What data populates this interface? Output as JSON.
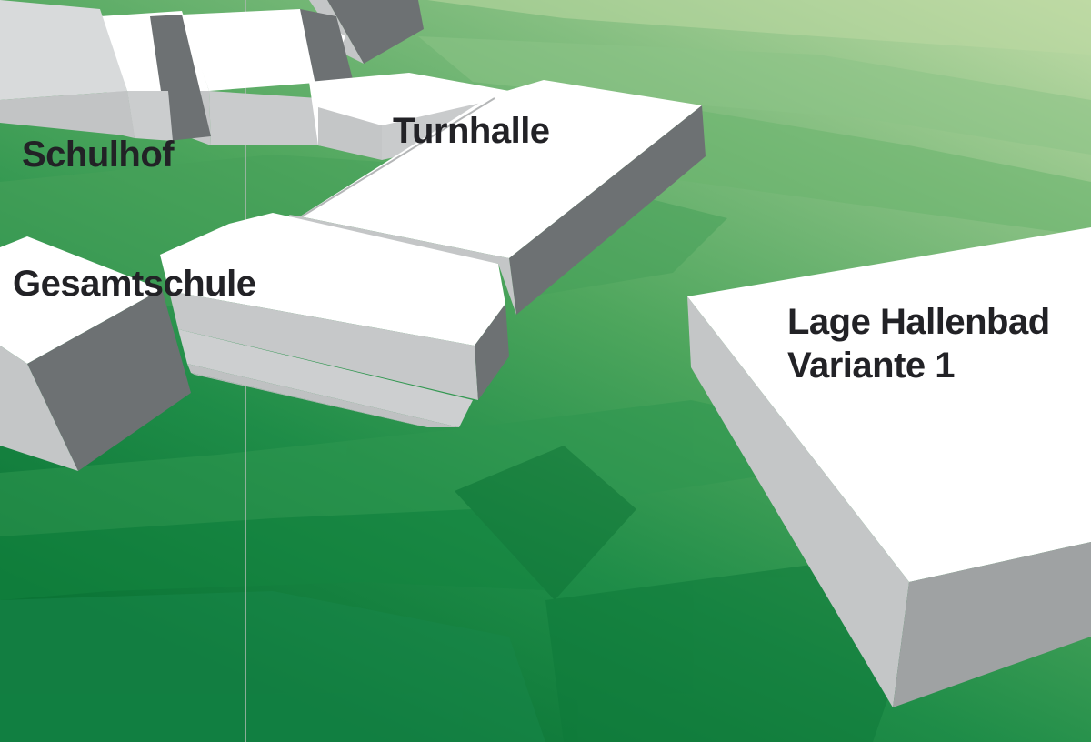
{
  "labels": {
    "schulhof": "Schulhof",
    "turnhalle": "Turnhalle",
    "gesamtschule": "Gesamtschule",
    "hallenbad_line1": "Lage Hallenbad",
    "hallenbad_line2": "Variante 1"
  },
  "colors": {
    "terrain_light": "#b9d8a4",
    "terrain_mid": "#4ea65d",
    "terrain_dark": "#0c7a38",
    "building_top": "#ffffff",
    "building_side_light": "#c4c6c7",
    "building_side_dark": "#6d7173",
    "label_text": "#222226"
  }
}
